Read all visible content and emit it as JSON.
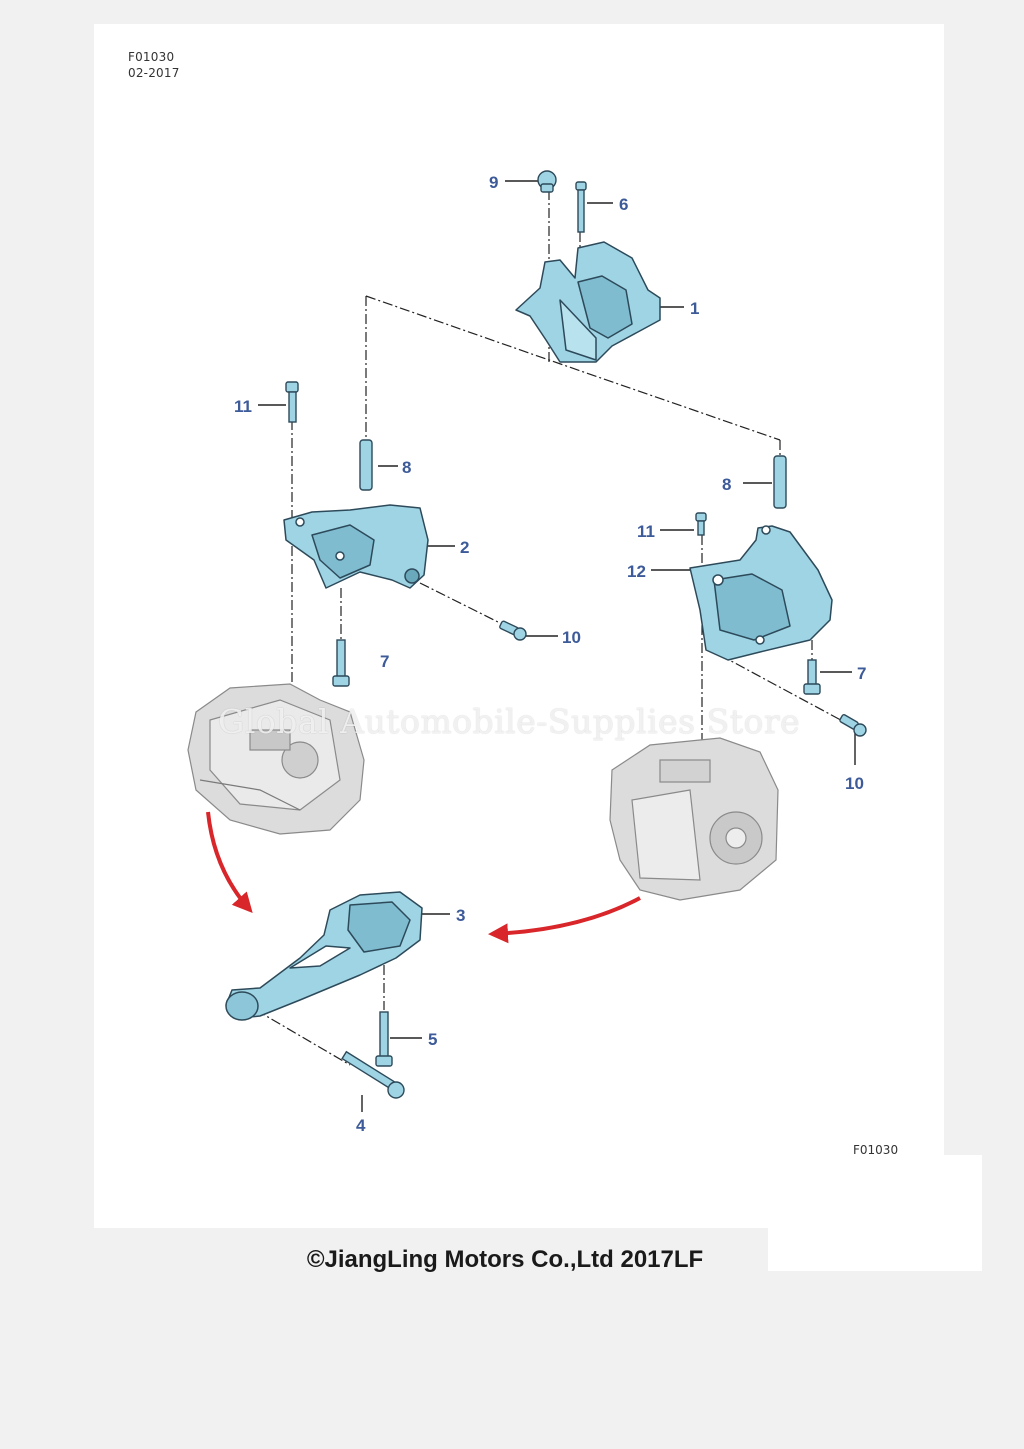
{
  "header": {
    "code": "F01030",
    "date": "02-2017"
  },
  "footer": {
    "code": "F01030",
    "copyright": "©JiangLing Motors Co.,Ltd 2017LF"
  },
  "watermark": "Global Automobile-Supplies Store",
  "callouts": [
    {
      "id": "c9",
      "label": "9"
    },
    {
      "id": "c6",
      "label": "6"
    },
    {
      "id": "c1",
      "label": "1"
    },
    {
      "id": "c11a",
      "label": "11"
    },
    {
      "id": "c8a",
      "label": "8"
    },
    {
      "id": "c2",
      "label": "2"
    },
    {
      "id": "c10a",
      "label": "10"
    },
    {
      "id": "c7a",
      "label": "7"
    },
    {
      "id": "c8b",
      "label": "8"
    },
    {
      "id": "c11b",
      "label": "11"
    },
    {
      "id": "c12",
      "label": "12"
    },
    {
      "id": "c7b",
      "label": "7"
    },
    {
      "id": "c10b",
      "label": "10"
    },
    {
      "id": "c3",
      "label": "3"
    },
    {
      "id": "c5",
      "label": "5"
    },
    {
      "id": "c4",
      "label": "4"
    }
  ],
  "colors": {
    "part_fill": "#9fd4e4",
    "part_stroke": "#2d4a5a",
    "callout": "#3d5a99",
    "arrow": "#d8262a",
    "engine": "#d9d9d9"
  }
}
